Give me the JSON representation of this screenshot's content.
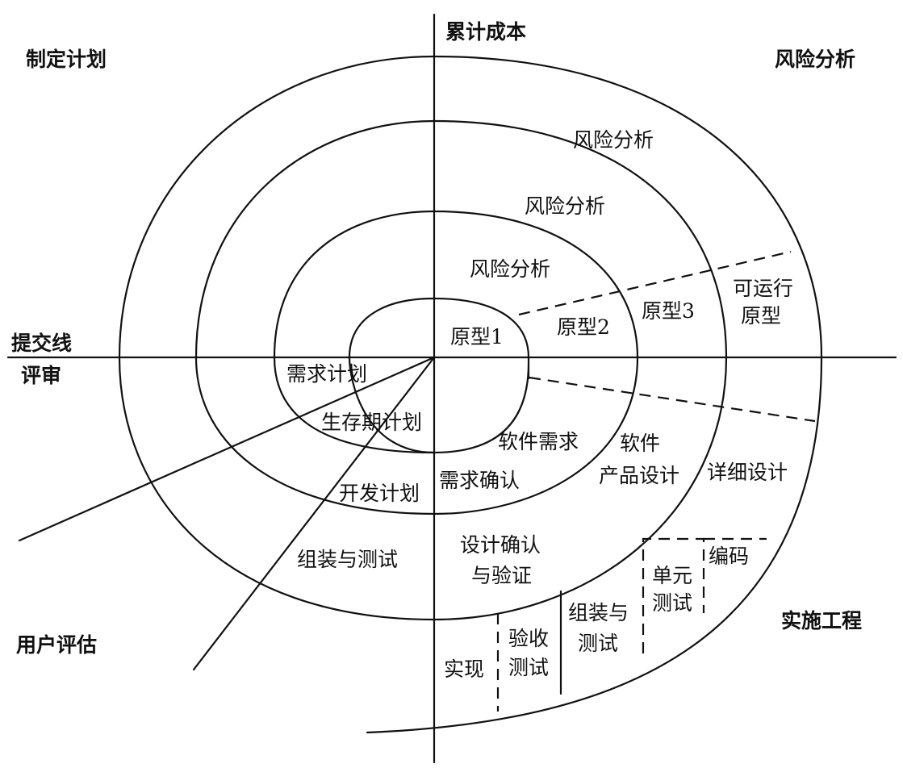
{
  "axes": {
    "vertical_top_label": "累计成本",
    "horizontal_left_label_top": "提交线",
    "horizontal_left_label_bottom": "评审"
  },
  "quadrants": {
    "top_left": "制定计划",
    "top_right": "风险分析",
    "bottom_left": "用户评估",
    "bottom_right": "实施工程"
  },
  "risk_analysis": [
    "风险分析",
    "风险分析",
    "风险分析"
  ],
  "prototypes": {
    "p1": "原型1",
    "p2": "原型2",
    "p3": "原型3",
    "operational_line1": "可运行",
    "operational_line2": "原型"
  },
  "plans": {
    "requirements_plan": "需求计划",
    "lifecycle_plan": "生存期计划",
    "development_plan": "开发计划",
    "integration_test": "组装与测试"
  },
  "engineering": {
    "software_requirements": "软件需求",
    "requirements_validation": "需求确认",
    "product_design_line1": "软件",
    "product_design_line2": "产品设计",
    "design_validation_line1": "设计确认",
    "design_validation_line2": "与验证",
    "detailed_design": "详细设计",
    "coding": "编码",
    "unit_test_line1": "单元",
    "unit_test_line2": "测试",
    "assembly_test_line1": "组装与",
    "assembly_test_line2": "测试",
    "acceptance_test_line1": "验收",
    "acceptance_test_line2": "测试",
    "implementation": "实现"
  }
}
